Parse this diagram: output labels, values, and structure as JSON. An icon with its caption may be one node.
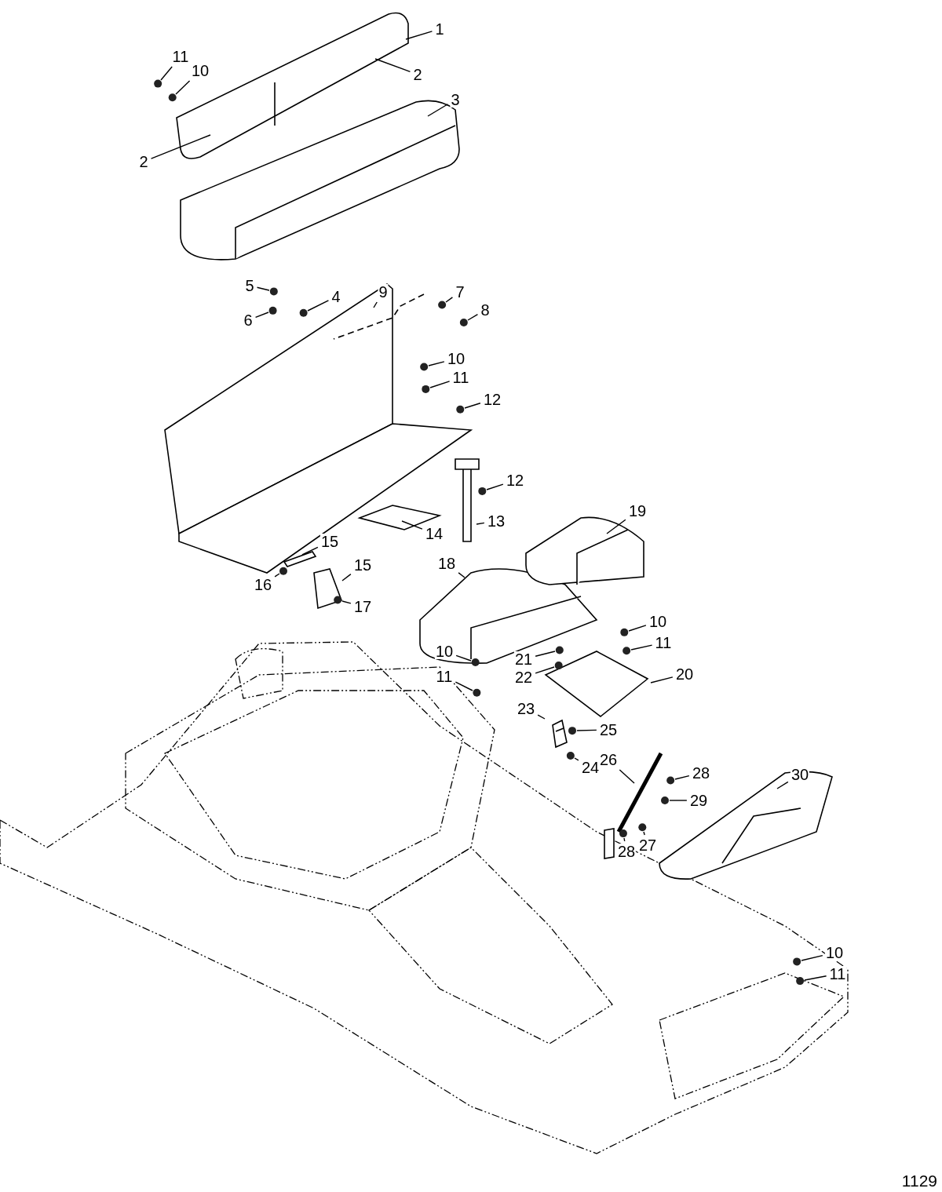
{
  "diagram": {
    "nodes": [
      {
        "text": [
          "1"
        ]
      },
      {
        "text": [
          "11"
        ]
      },
      {
        "text": [
          "10"
        ]
      },
      {
        "text": [
          "2"
        ]
      },
      {
        "text": [
          "3"
        ]
      },
      {
        "text": [
          "2"
        ]
      },
      {
        "text": [
          "9"
        ]
      },
      {
        "text": [
          "5"
        ]
      },
      {
        "text": [
          "4"
        ]
      },
      {
        "text": [
          "7"
        ]
      },
      {
        "text": [
          "8"
        ]
      },
      {
        "text": [
          "6"
        ]
      },
      {
        "text": [
          "10"
        ]
      },
      {
        "text": [
          "11"
        ]
      },
      {
        "text": [
          "12"
        ]
      },
      {
        "text": [
          "12"
        ]
      },
      {
        "text": [
          "19"
        ]
      },
      {
        "text": [
          "13"
        ]
      },
      {
        "text": [
          "14"
        ]
      },
      {
        "text": [
          "15"
        ]
      },
      {
        "text": [
          "18"
        ]
      },
      {
        "text": [
          "15"
        ]
      },
      {
        "text": [
          "16"
        ]
      },
      {
        "text": [
          "17"
        ]
      },
      {
        "text": [
          "10"
        ]
      },
      {
        "text": [
          "11"
        ]
      },
      {
        "text": [
          "10"
        ]
      },
      {
        "text": [
          "21"
        ]
      },
      {
        "text": [
          "11"
        ]
      },
      {
        "text": [
          "20"
        ]
      },
      {
        "text": [
          "22"
        ]
      },
      {
        "text": [
          "23"
        ]
      },
      {
        "text": [
          "25"
        ]
      },
      {
        "text": [
          "26"
        ]
      },
      {
        "text": [
          "24"
        ]
      },
      {
        "text": [
          "28"
        ]
      },
      {
        "text": [
          "30"
        ]
      },
      {
        "text": [
          "29"
        ]
      },
      {
        "text": [
          "27"
        ]
      },
      {
        "text": [
          "28"
        ]
      },
      {
        "text": [
          "10"
        ]
      },
      {
        "text": [
          "11"
        ]
      }
    ],
    "edges": [
      {
        "from": 0,
        "to": null,
        "arrow": "none"
      },
      {
        "from": 1,
        "to": null,
        "arrow": "none"
      },
      {
        "from": 2,
        "to": null,
        "arrow": "none"
      },
      {
        "from": 3,
        "to": null,
        "arrow": "none"
      },
      {
        "from": 4,
        "to": null,
        "arrow": "none"
      },
      {
        "from": 5,
        "to": null,
        "arrow": "none"
      },
      {
        "from": 6,
        "to": null,
        "arrow": "none"
      },
      {
        "from": 7,
        "to": null,
        "arrow": "none"
      },
      {
        "from": 8,
        "to": null,
        "arrow": "none"
      },
      {
        "from": 9,
        "to": null,
        "arrow": "none"
      },
      {
        "from": 10,
        "to": null,
        "arrow": "none"
      },
      {
        "from": 11,
        "to": null,
        "arrow": "none"
      },
      {
        "from": 12,
        "to": null,
        "arrow": "none"
      },
      {
        "from": 13,
        "to": null,
        "arrow": "none"
      },
      {
        "from": 14,
        "to": null,
        "arrow": "none"
      },
      {
        "from": 15,
        "to": null,
        "arrow": "none"
      },
      {
        "from": 16,
        "to": null,
        "arrow": "none"
      },
      {
        "from": 17,
        "to": null,
        "arrow": "none"
      },
      {
        "from": 18,
        "to": null,
        "arrow": "none"
      },
      {
        "from": 19,
        "to": null,
        "arrow": "none"
      },
      {
        "from": 20,
        "to": null,
        "arrow": "none"
      },
      {
        "from": 21,
        "to": null,
        "arrow": "none"
      },
      {
        "from": 22,
        "to": null,
        "arrow": "none"
      },
      {
        "from": 23,
        "to": null,
        "arrow": "none"
      },
      {
        "from": 24,
        "to": null,
        "arrow": "none"
      },
      {
        "from": 25,
        "to": null,
        "arrow": "none"
      },
      {
        "from": 26,
        "to": null,
        "arrow": "none"
      },
      {
        "from": 27,
        "to": null,
        "arrow": "none"
      },
      {
        "from": 28,
        "to": null,
        "arrow": "none"
      },
      {
        "from": 29,
        "to": null,
        "arrow": "none"
      },
      {
        "from": 30,
        "to": null,
        "arrow": "none"
      },
      {
        "from": 31,
        "to": null,
        "arrow": "none"
      },
      {
        "from": 32,
        "to": null,
        "arrow": "none"
      },
      {
        "from": 33,
        "to": null,
        "arrow": "none"
      },
      {
        "from": 34,
        "to": null,
        "arrow": "none"
      },
      {
        "from": 35,
        "to": null,
        "arrow": "none"
      },
      {
        "from": 36,
        "to": null,
        "arrow": "none"
      },
      {
        "from": 37,
        "to": null,
        "arrow": "none"
      },
      {
        "from": 38,
        "to": null,
        "arrow": "none"
      },
      {
        "from": 39,
        "to": null,
        "arrow": "none"
      },
      {
        "from": 40,
        "to": null,
        "arrow": "none"
      },
      {
        "from": 41,
        "to": null,
        "arrow": "none"
      }
    ],
    "labels": [
      "1129"
    ]
  }
}
